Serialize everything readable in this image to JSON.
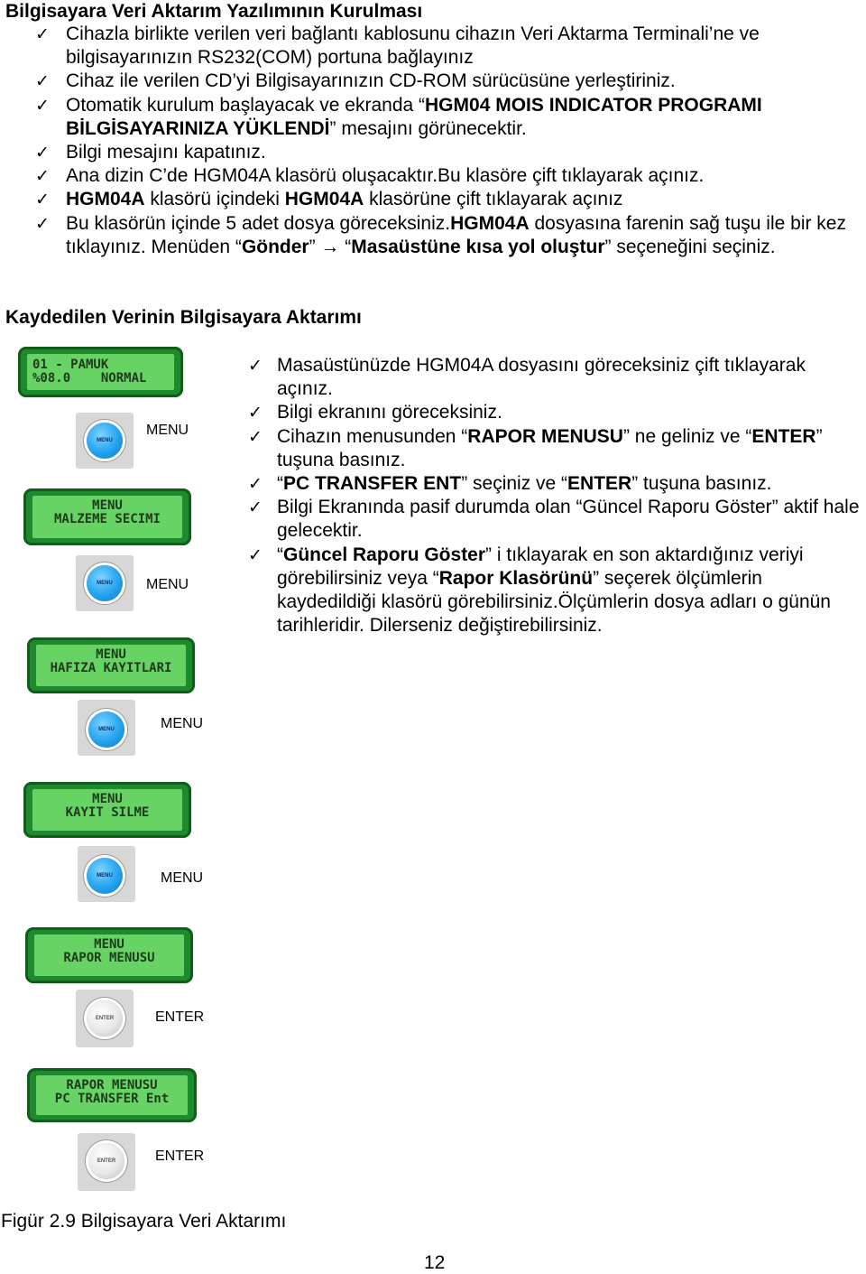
{
  "section1": {
    "title": "Bilgisayara Veri Aktarım Yazılımının Kurulması",
    "items": [
      {
        "parts": [
          {
            "t": "Cihazla birlikte verilen veri bağlantı kablosunu cihazın  Veri Aktarma Terminali’ne ve bilgisayarınızın RS232(COM) portuna bağlayınız"
          }
        ]
      },
      {
        "parts": [
          {
            "t": "Cihaz ile verilen CD’yi Bilgisayarınızın CD-ROM sürücüsüne yerleştiriniz."
          }
        ]
      },
      {
        "parts": [
          {
            "t": "Otomatik kurulum başlayacak ve ekranda “"
          },
          {
            "t": "HGM04 MOIS INDICATOR PROGRAMI BİLGİSAYARINIZA YÜKLENDİ",
            "b": true
          },
          {
            "t": "” mesajını görünecektir."
          }
        ]
      },
      {
        "parts": [
          {
            "t": "Bilgi mesajını kapatınız."
          }
        ]
      },
      {
        "parts": [
          {
            "t": "Ana dizin C’de HGM04A klasörü oluşacaktır.Bu klasöre çift tıklayarak açınız."
          }
        ]
      },
      {
        "parts": [
          {
            "t": "HGM04A",
            "b": true
          },
          {
            "t": " klasörü içindeki "
          },
          {
            "t": "HGM04A",
            "b": true
          },
          {
            "t": " klasörüne çift tıklayarak açınız"
          }
        ]
      },
      {
        "parts": [
          {
            "t": "Bu klasörün içinde 5 adet dosya göreceksiniz."
          },
          {
            "t": "HGM04A",
            "b": true
          },
          {
            "t": " dosyasına farenin sağ tuşu ile bir kez tıklayınız. Menüden “"
          },
          {
            "t": "Gönder",
            "b": true
          },
          {
            "t": "” → “"
          },
          {
            "t": "Masaüstüne kısa yol oluştur",
            "b": true
          },
          {
            "t": "” seçeneğini seçiniz."
          }
        ]
      }
    ]
  },
  "section2": {
    "title": "Kaydedilen Verinin Bilgisayara Aktarımı",
    "items": [
      {
        "parts": [
          {
            "t": "Masaüstünüzde HGM04A dosyasını göreceksiniz çift tıklayarak açınız."
          }
        ]
      },
      {
        "parts": [
          {
            "t": "Bilgi ekranını göreceksiniz."
          }
        ]
      },
      {
        "parts": [
          {
            "t": "Cihazın menusunden “"
          },
          {
            "t": "RAPOR MENUSU",
            "b": true
          },
          {
            "t": "” ne geliniz ve “"
          },
          {
            "t": "ENTER",
            "b": true
          },
          {
            "t": "” tuşuna basınız."
          }
        ]
      },
      {
        "parts": [
          {
            "t": "“"
          },
          {
            "t": "PC TRANSFER ENT",
            "b": true
          },
          {
            "t": "” seçiniz ve “"
          },
          {
            "t": "ENTER",
            "b": true
          },
          {
            "t": "” tuşuna basınız."
          }
        ]
      },
      {
        "parts": [
          {
            "t": "Bilgi Ekranında pasif durumda olan “Güncel Raporu Göster” aktif hale gelecektir."
          }
        ]
      },
      {
        "parts": [
          {
            "t": "“"
          },
          {
            "t": "Güncel Raporu Göster",
            "b": true
          },
          {
            "t": "” i tıklayarak en son aktardığınız veriyi görebilirsiniz veya “"
          },
          {
            "t": "Rapor Klasörünü",
            "b": true
          },
          {
            "t": "” seçerek ölçümlerin kaydedildiği klasörü görebilirsiniz.Ölçümlerin dosya adları o günün tarihleridir. Dilerseniz değiştirebilirsiniz."
          }
        ]
      }
    ]
  },
  "figure": {
    "screens": [
      {
        "line1": "01 - PAMUK",
        "line2": "%08.0    NORMAL"
      },
      {
        "line1": "MENU",
        "line2": "MALZEME SECIMI"
      },
      {
        "line1": "MENU",
        "line2": "HAFIZA KAYITLARI"
      },
      {
        "line1": "MENU",
        "line2": "KAYIT SILME"
      },
      {
        "line1": "MENU",
        "line2": "RAPOR MENUSU"
      },
      {
        "line1": "RAPOR MENUSU",
        "line2": "PC TRANSFER Ent"
      }
    ],
    "buttons": [
      {
        "glyph": "MENU",
        "label": "MENU"
      },
      {
        "glyph": "MENU",
        "label": "MENU"
      },
      {
        "glyph": "MENU",
        "label": "MENU"
      },
      {
        "glyph": "MENU",
        "label": "MENU"
      },
      {
        "glyph": "ENTER",
        "label": "ENTER"
      },
      {
        "glyph": "ENTER",
        "label": "ENTER"
      }
    ],
    "caption": "Figür 2.9 Bilgisayara Veri Aktarımı"
  },
  "tick_glyph": "✓",
  "page_number": "12"
}
